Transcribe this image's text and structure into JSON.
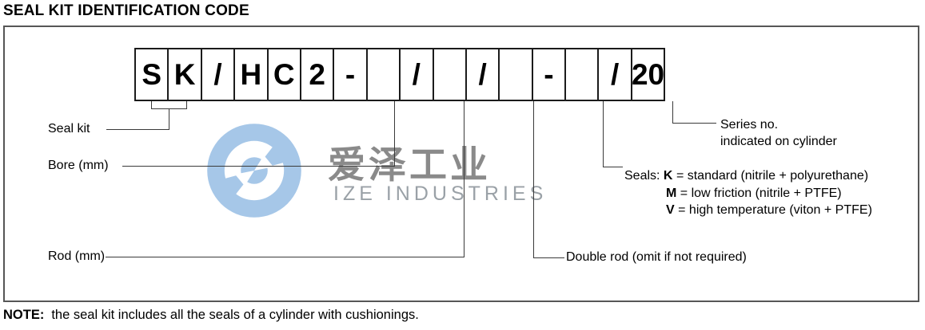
{
  "page": {
    "title": "SEAL KIT IDENTIFICATION CODE"
  },
  "code": {
    "cells": [
      "S",
      "K",
      "/",
      "H",
      "C",
      "2",
      "-",
      "",
      "/",
      "",
      "/",
      "",
      "-",
      "",
      "/",
      "20"
    ]
  },
  "labels": {
    "seal_kit": "Seal kit",
    "bore": "Bore (mm)",
    "rod": "Rod (mm)",
    "double_rod": "Double rod (omit if not required)",
    "series_line1": "Series no.",
    "series_line2": "indicated on cylinder"
  },
  "seals": {
    "prefix": "Seals:",
    "options": [
      {
        "letter": "K",
        "desc": "= standard (nitrile + polyurethane)"
      },
      {
        "letter": "M",
        "desc": "= low friction (nitrile + PTFE)"
      },
      {
        "letter": "V",
        "desc": "= high temperature (viton + PTFE)"
      }
    ]
  },
  "watermark": {
    "logo_icon": "ize-pinwheel-logo",
    "cn_text": "爱泽工业",
    "en_text": "IZE INDUSTRIES",
    "logo_blue": "#a6c7e8",
    "text_gray": "#8a8a8a"
  },
  "note": {
    "label": "NOTE:",
    "text": "the seal kit includes all the seals of a cylinder with cushionings."
  },
  "colors": {
    "line": "#3a3a3a",
    "frame_border": "#565656",
    "cell_border": "#1b1b1b",
    "text": "#000000"
  }
}
